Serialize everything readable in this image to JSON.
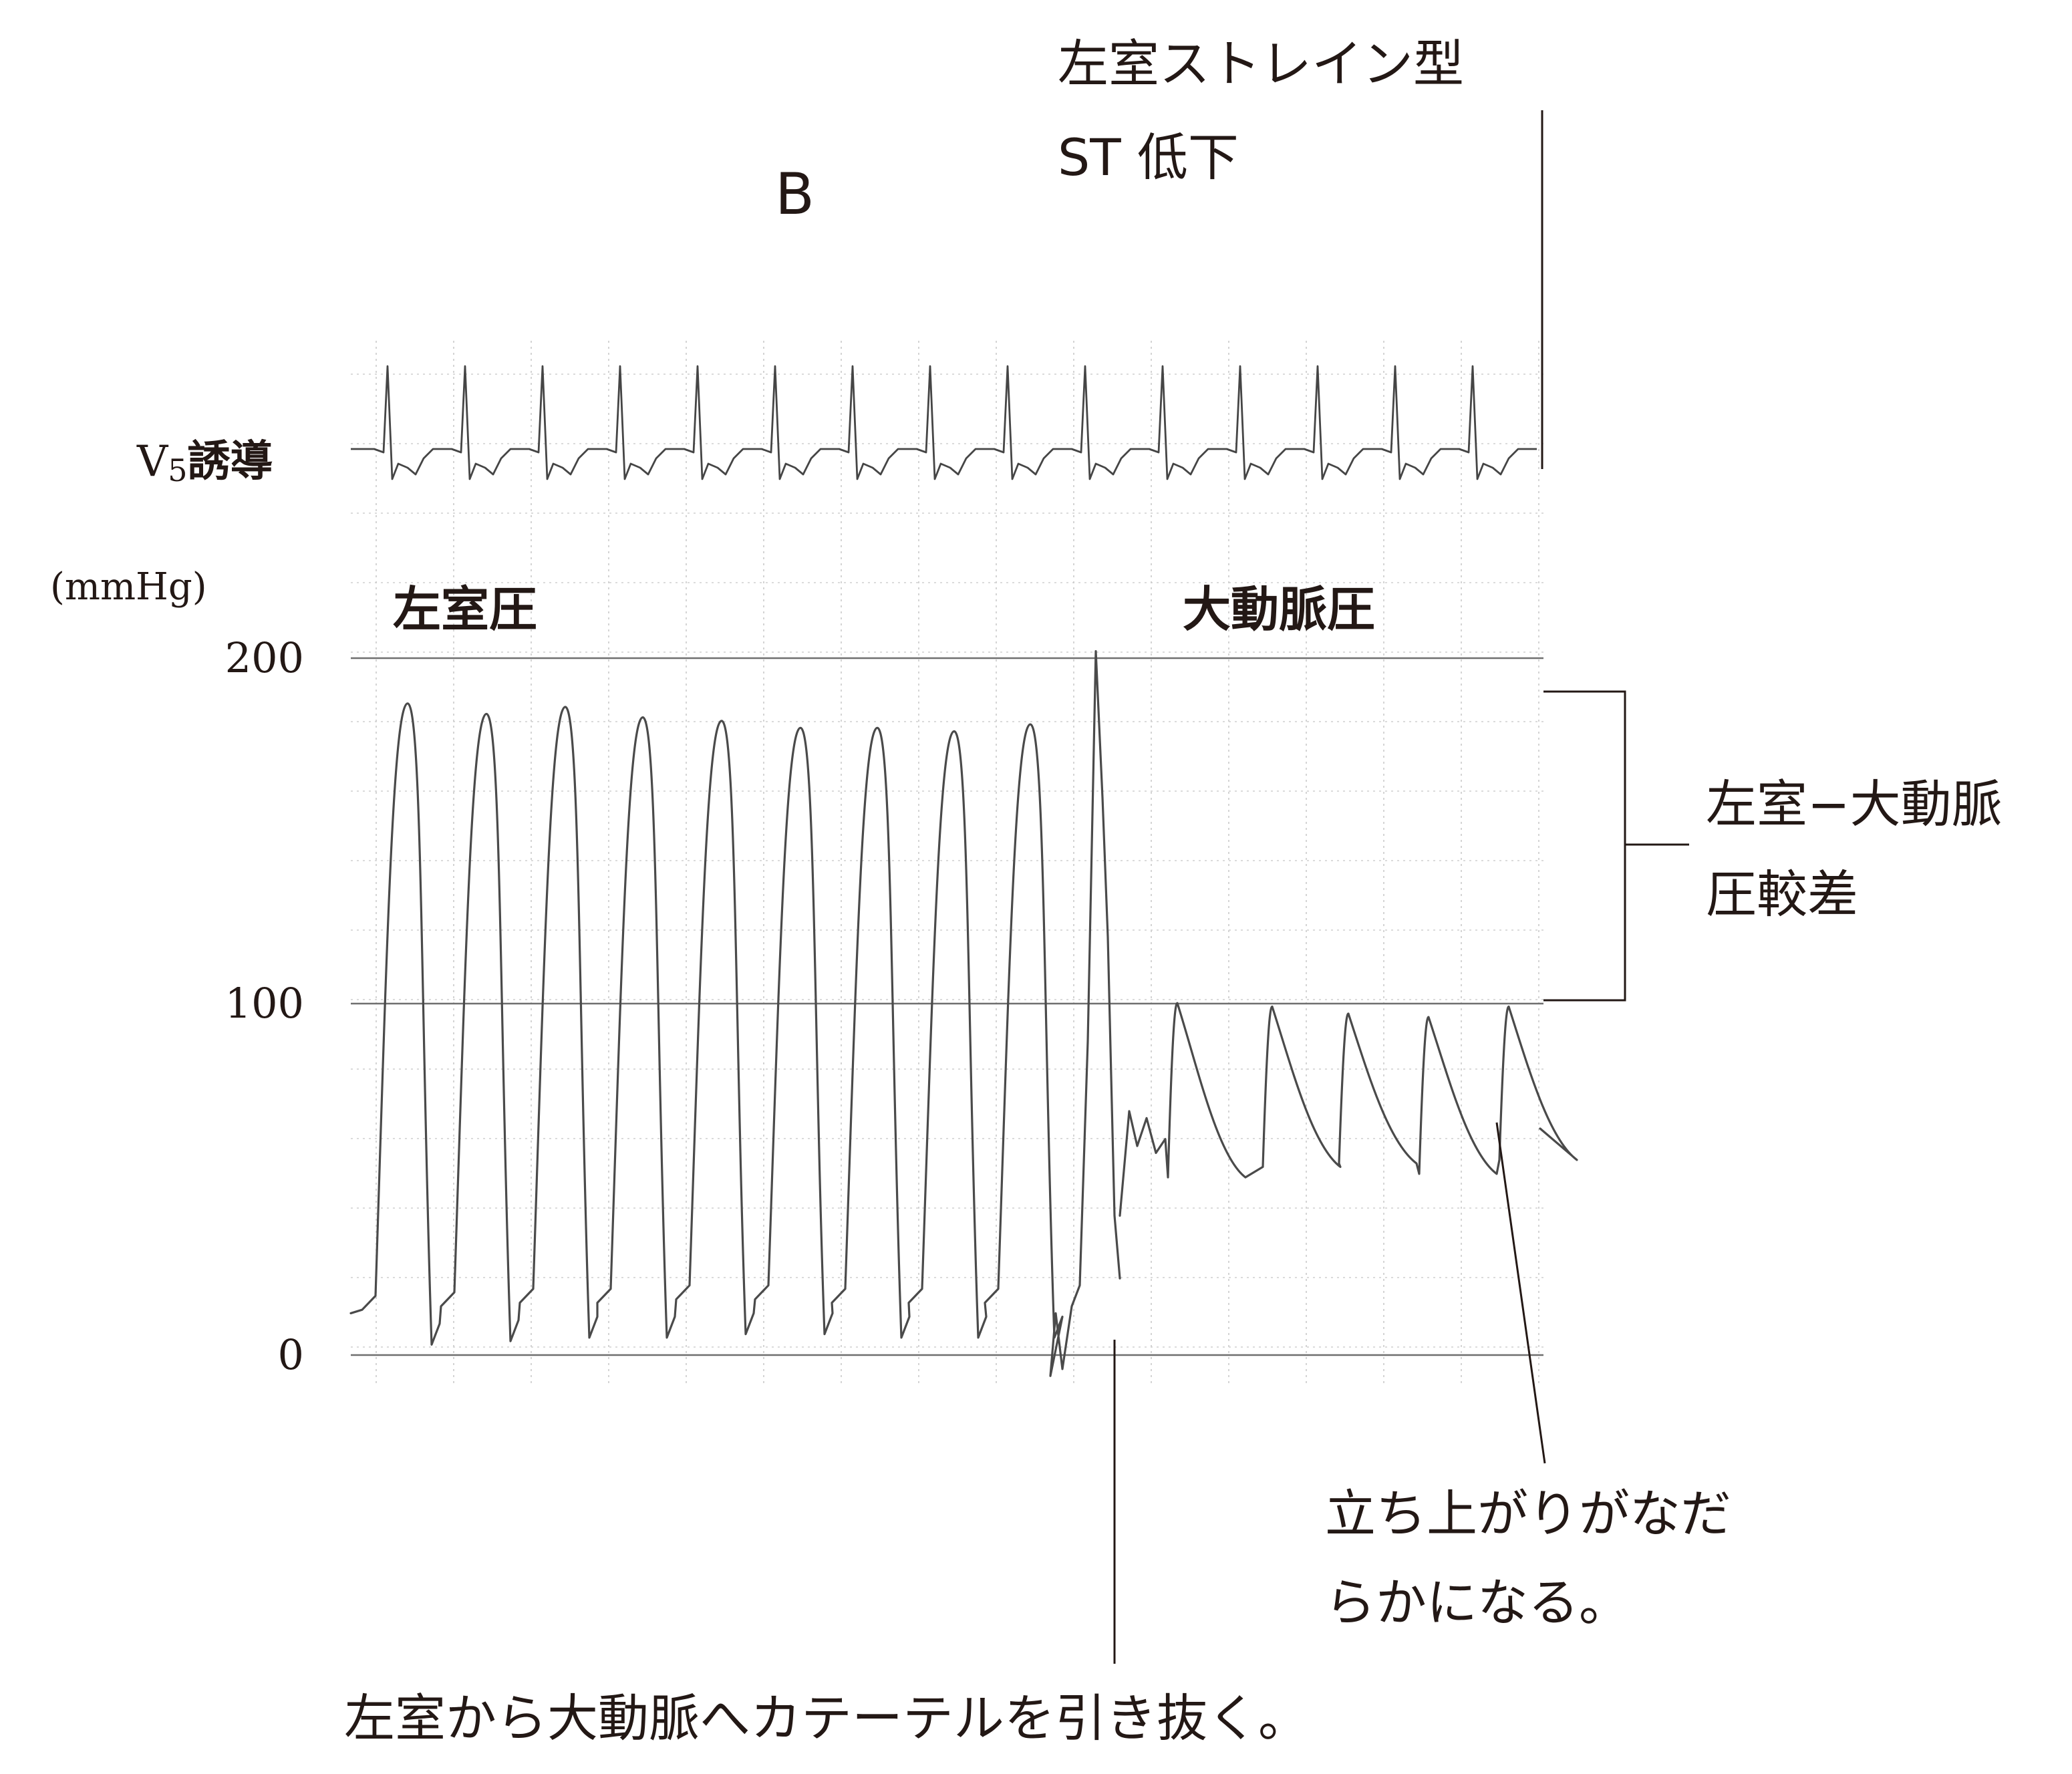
{
  "panel_label": "B",
  "annotations": {
    "st_depression": [
      "左室ストレイン型",
      "ST 低下"
    ],
    "gradient": [
      "左室−大動脈",
      "圧較差"
    ],
    "slow_upstroke": [
      "立ち上がりがなだ",
      "らかになる。"
    ],
    "pullback": "左室から大動脈へカテーテルを引き抜く。"
  },
  "lead_label": {
    "main": "V",
    "sub": "5",
    "rest": "誘導"
  },
  "chart_data": {
    "type": "line",
    "title": "",
    "xlabel": "",
    "ylabel": "(mmHg)",
    "ylim": [
      0,
      200
    ],
    "yticks": [
      0,
      100,
      200
    ],
    "ytick_labels": [
      "0",
      "100",
      "200"
    ],
    "grid": true,
    "segment_labels": [
      "左室圧",
      "大動脈圧"
    ],
    "series": [
      {
        "name": "左室圧",
        "beats": [
          {
            "systolic": 187,
            "diastolic": 3
          },
          {
            "systolic": 184,
            "diastolic": 4
          },
          {
            "systolic": 186,
            "diastolic": 5
          },
          {
            "systolic": 183,
            "diastolic": 5
          },
          {
            "systolic": 182,
            "diastolic": 6
          },
          {
            "systolic": 180,
            "diastolic": 6
          },
          {
            "systolic": 180,
            "diastolic": 5
          },
          {
            "systolic": 179,
            "diastolic": 5
          },
          {
            "systolic": 181,
            "diastolic": 5
          }
        ]
      },
      {
        "name": "大動脈圧",
        "beats": [
          {
            "systolic": 101,
            "diastolic": 51
          },
          {
            "systolic": 100,
            "diastolic": 54
          },
          {
            "systolic": 98,
            "diastolic": 55
          },
          {
            "systolic": 97,
            "diastolic": 52
          },
          {
            "systolic": 100,
            "diastolic": 56
          }
        ]
      }
    ],
    "catheter_pullback_peak": 202,
    "reference_lines": [
      0,
      100,
      200
    ]
  }
}
